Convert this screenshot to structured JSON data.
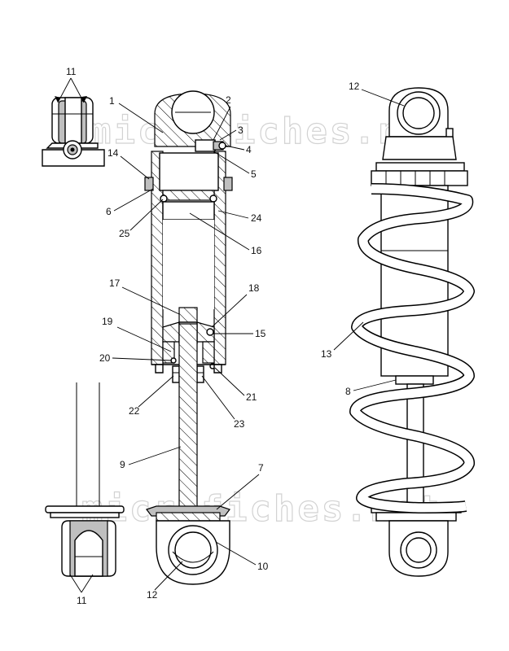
{
  "watermark": {
    "text": "microfiches.net"
  },
  "callouts": {
    "top_left_11": "11",
    "p1": "1",
    "p2": "2",
    "p3": "3",
    "p4": "4",
    "p5": "5",
    "p6": "6",
    "p14": "14",
    "p24": "24",
    "p25": "25",
    "p16": "16",
    "p17": "17",
    "p18": "18",
    "p19": "19",
    "p15": "15",
    "p20": "20",
    "p21": "21",
    "p22": "22",
    "p23": "23",
    "p9": "9",
    "p7": "7",
    "p10": "10",
    "p12_bottom": "12",
    "bottom_left_11": "11",
    "p12_right": "12",
    "p13": "13",
    "p8": "8"
  }
}
